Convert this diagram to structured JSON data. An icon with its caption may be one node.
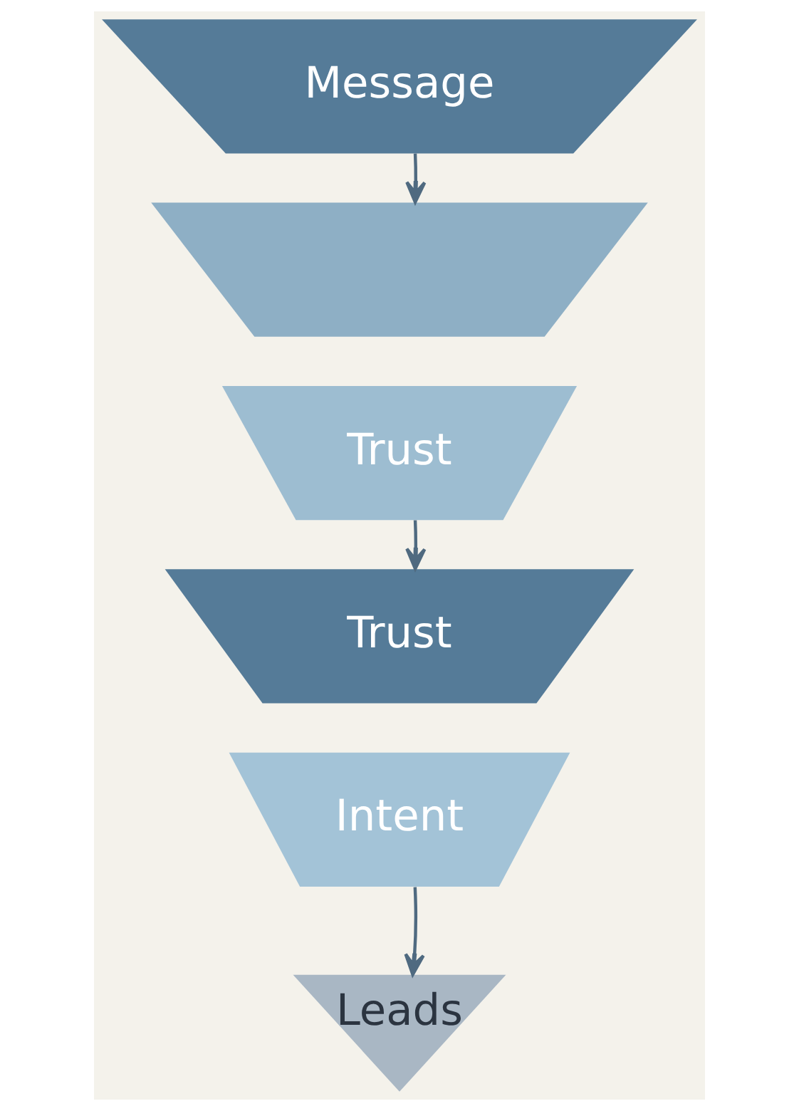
{
  "diagram": {
    "nodes": [
      {
        "text": [
          "Message"
        ]
      },
      {
        "text": [],
        "shape": "trapezium"
      },
      {
        "text": [
          "Trust"
        ]
      },
      {
        "text": [
          "Trust"
        ]
      },
      {
        "text": [
          "Intent"
        ]
      },
      {
        "text": [
          "Leads"
        ]
      }
    ],
    "edges": [
      {
        "from": 0,
        "to": 1,
        "arrow": "to"
      },
      {
        "from": 2,
        "to": 3,
        "arrow": "to"
      },
      {
        "from": 4,
        "to": 5,
        "arrow": "to"
      }
    ]
  }
}
